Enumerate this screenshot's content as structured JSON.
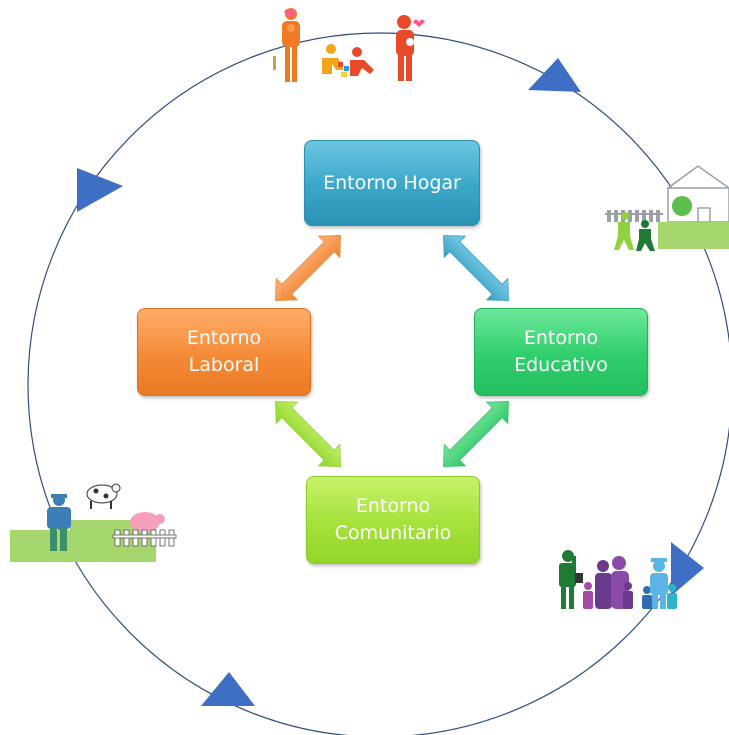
{
  "nodes": {
    "hogar": "Entorno Hogar",
    "laboral": "Entorno\nLaboral",
    "educativo": "Entorno\nEducativo",
    "comunitario": "Entorno\nComunitario"
  },
  "colors": {
    "hogar": "#3aa6c8",
    "laboral": "#f58a36",
    "educativo": "#2fce6c",
    "comunitario": "#a4e23a",
    "cycle_arrow": "#3e6fc4",
    "circle": "#2f4f7f"
  },
  "icons": [
    "family-caregivers-icon",
    "school-children-icon",
    "farmer-livestock-icon",
    "community-group-icon"
  ]
}
